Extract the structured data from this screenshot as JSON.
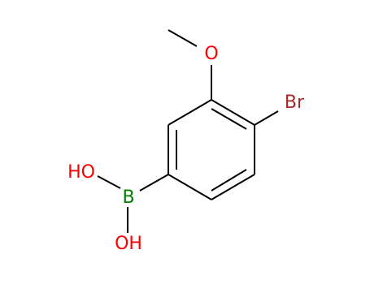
{
  "molecule": {
    "atoms": {
      "methoxy_oxygen": "O",
      "bromine": "Br",
      "boron": "B",
      "hydroxyl_top": "HO",
      "hydroxyl_bottom": "OH"
    },
    "colors": {
      "bond": "#000000",
      "oxygen": "#ff0000",
      "bromine": "#a52a2a",
      "boron": "#008000"
    }
  }
}
